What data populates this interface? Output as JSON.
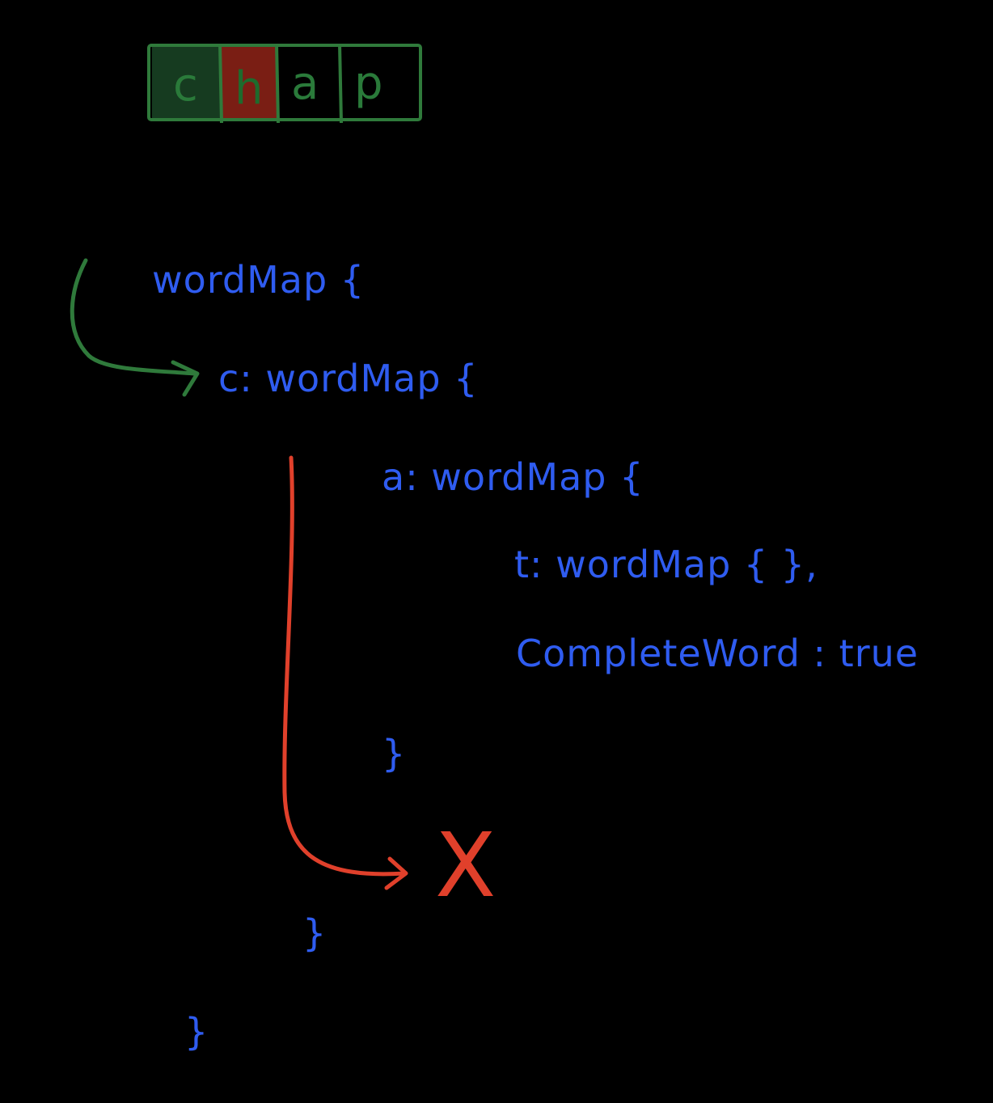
{
  "input_word": {
    "letters": [
      "c",
      "h",
      "a",
      "p"
    ],
    "cell_states": [
      "matched",
      "mismatch",
      "pending",
      "pending"
    ]
  },
  "tree": {
    "root_label": "wordMap {",
    "level1_label": "c:  wordMap {",
    "level2_label": "a:  wordMap {",
    "level3_child_label": "t:  wordMap { },",
    "level3_flag_label": "CompleteWord : true",
    "close_level2": "}",
    "close_level1": "}",
    "close_root": "}"
  },
  "cross_label": "X",
  "colors": {
    "background": "#000000",
    "ink_blue": "#2f5cf0",
    "ink_green": "#2f7a3b",
    "ink_red": "#e0402b",
    "cell_matched_fill": "#163b20",
    "cell_mismatch_fill": "#7a1e14"
  }
}
